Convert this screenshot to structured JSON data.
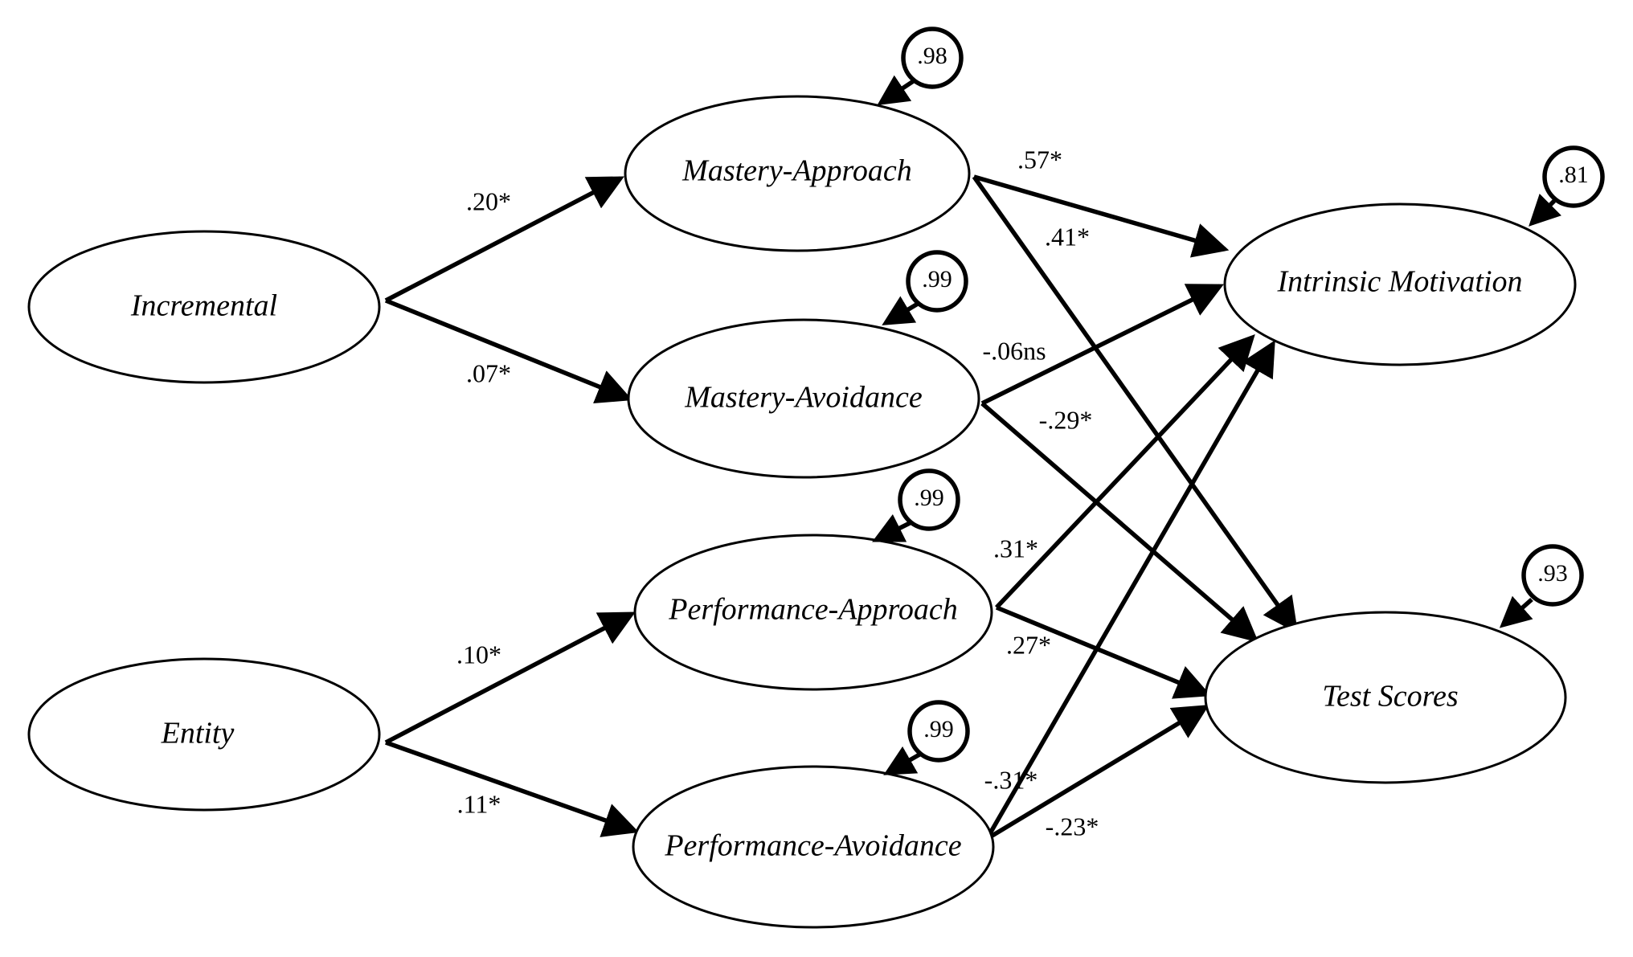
{
  "colors": {
    "ink": "#000000",
    "background": "#ffffff"
  },
  "nodes": {
    "incremental": {
      "label": "Incremental"
    },
    "entity": {
      "label": "Entity"
    },
    "mastery_approach": {
      "label": "Mastery-Approach",
      "error": ".98"
    },
    "mastery_avoidance": {
      "label": "Mastery-Avoidance",
      "error": ".99"
    },
    "performance_approach": {
      "label": "Performance-Approach",
      "error": ".99"
    },
    "performance_avoidance": {
      "label": "Performance-Avoidance",
      "error": ".99"
    },
    "intrinsic_motivation": {
      "label": "Intrinsic Motivation",
      "error": ".81"
    },
    "test_scores": {
      "label": "Test Scores",
      "error": ".93"
    }
  },
  "paths": {
    "incremental_to_mastery_approach": ".20*",
    "incremental_to_mastery_avoidance": ".07*",
    "entity_to_performance_approach": ".10*",
    "entity_to_performance_avoidance": ".11*",
    "mastery_approach_to_intrinsic": ".57*",
    "mastery_approach_to_test": ".41*",
    "mastery_avoidance_to_intrinsic": "-.06ns",
    "mastery_avoidance_to_test": "-.29*",
    "performance_approach_to_intrinsic": ".31*",
    "performance_approach_to_test": ".27*",
    "performance_avoidance_to_intrinsic": "-.31*",
    "performance_avoidance_to_test": "-.23*"
  }
}
